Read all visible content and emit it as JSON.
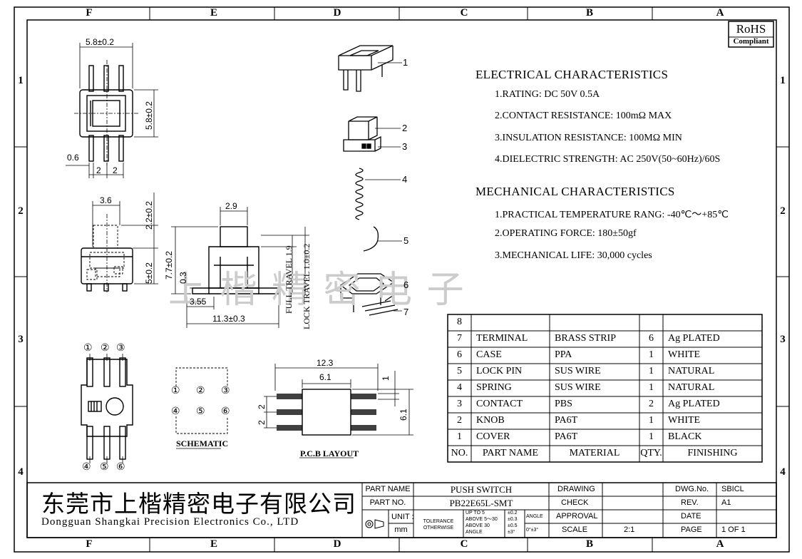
{
  "zones": {
    "columns": [
      "F",
      "E",
      "D",
      "C",
      "B",
      "A"
    ],
    "rows": [
      "1",
      "2",
      "3",
      "4"
    ]
  },
  "rohs": {
    "main": "RoHS",
    "sub": "Compliant"
  },
  "watermark": "上 楷 精 密 电 子",
  "electrical": {
    "title": "ELECTRICAL CHARACTERISTICS",
    "items": [
      "1.RATING: DC 50V 0.5A",
      "2.CONTACT RESISTANCE: 100mΩ MAX",
      "3.INSULATION RESISTANCE: 100MΩ MIN",
      "4.DIELECTRIC STRENGTH: AC 250V(50~60Hz)/60S"
    ]
  },
  "mechanical": {
    "title": "MECHANICAL CHARACTERISTICS",
    "items": [
      "1.PRACTICAL TEMPERATURE RANG: -40℃～+85℃",
      "2.OPERATING FORCE: 180±50gf",
      "3.MECHANICAL LIFE: 30,000 cycles"
    ]
  },
  "dims": {
    "top_width": "5.8±0.2",
    "top_height": "5.8±0.2",
    "pin_width": "0.6",
    "pitch_a": "2",
    "pitch_b": "2",
    "side_width": "3.6",
    "side_top": "2.2±0.2",
    "side_body": "5±0.2",
    "knob_width": "2.9",
    "overall_height": "7.7±0.2",
    "base": "0.3",
    "offset": "3.55",
    "overall_length": "11.3±0.3",
    "full_travel": "FULL TRAVEL 1.9",
    "lock_travel": "LOCK TRAVEL 1.0±0.2",
    "pcb_total": "12.3",
    "pcb_inner": "6.1",
    "pcb_pad": "1",
    "pcb_pitch_a": "2",
    "pcb_pitch_b": "2",
    "pcb_height": "6.1"
  },
  "pins": {
    "top": [
      "①",
      "②",
      "③"
    ],
    "bottom": [
      "④",
      "⑤",
      "⑥"
    ]
  },
  "labels": {
    "schematic": "SCHEMATIC",
    "pcb_layout": "P.C.B LAYOUT"
  },
  "callouts": [
    "1",
    "2",
    "3",
    "4",
    "5",
    "6",
    "7"
  ],
  "bom": {
    "rows": [
      {
        "no": "8",
        "name": "",
        "material": "",
        "qty": "",
        "finishing": ""
      },
      {
        "no": "7",
        "name": "TERMINAL",
        "material": "BRASS STRIP",
        "qty": "6",
        "finishing": "Ag PLATED"
      },
      {
        "no": "6",
        "name": "CASE",
        "material": "PPA",
        "qty": "1",
        "finishing": "WHITE"
      },
      {
        "no": "5",
        "name": "LOCK PIN",
        "material": "SUS WIRE",
        "qty": "1",
        "finishing": "NATURAL"
      },
      {
        "no": "4",
        "name": "SPRING",
        "material": "SUS WIRE",
        "qty": "1",
        "finishing": "NATURAL"
      },
      {
        "no": "3",
        "name": "CONTACT",
        "material": "PBS",
        "qty": "2",
        "finishing": "Ag PLATED"
      },
      {
        "no": "2",
        "name": "KNOB",
        "material": "PA6T",
        "qty": "1",
        "finishing": "WHITE"
      },
      {
        "no": "1",
        "name": "COVER",
        "material": "PA6T",
        "qty": "1",
        "finishing": "BLACK"
      }
    ],
    "header": {
      "no": "NO.",
      "name": "PART NAME",
      "material": "MATERIAL",
      "qty": "QTY.",
      "finishing": "FINISHING"
    }
  },
  "titleblock": {
    "company_cn": "东莞市上楷精密电子有限公司",
    "company_en": "Dongguan Shangkai Precision Electronics Co., LTD",
    "part_name_label": "PART NAME",
    "part_name": "PUSH SWITCH",
    "part_no_label": "PART NO.",
    "part_no": "PB22E65L-SMT",
    "unit_label": "UNIT :",
    "unit": "mm",
    "tolerance": "TOLERANCE",
    "otherwise": "OTHERWISE",
    "tol_rows": [
      {
        "range": "UP TO 5",
        "val": "±0.2"
      },
      {
        "range": "ABOVE 5～30",
        "val": "±0.3"
      },
      {
        "range": "ABOVE 30",
        "val": "±0.5"
      },
      {
        "range": "ANGLE",
        "val": "±3°"
      }
    ],
    "angle_label": "ANGLE",
    "angle_val": "0°±3°",
    "drawing": "DRAWING",
    "check": "CHECK",
    "approval": "APPROVAL",
    "scale_label": "SCALE",
    "scale": "2:1",
    "dwg_label": "DWG.No.",
    "dwg": "SBICL",
    "rev_label": "REV.",
    "rev": "A1",
    "date_label": "DATE",
    "page_label": "PAGE",
    "page": "1 OF 1"
  }
}
